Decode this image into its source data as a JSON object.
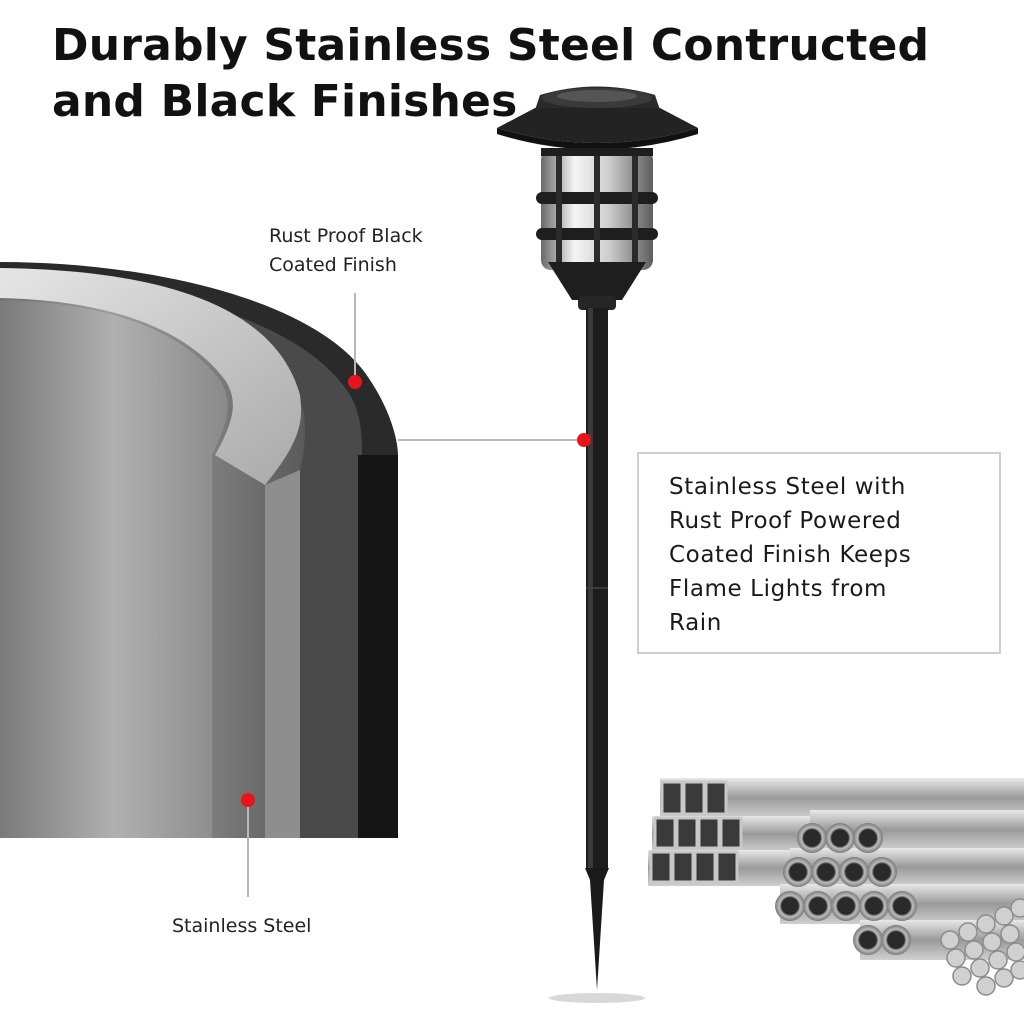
{
  "header": {
    "title_line1": "Durably Stainless Steel Contructed",
    "title_line2": "and Black Finishes"
  },
  "callouts": {
    "coating_line1": "Rust Proof Black",
    "coating_line2": "Coated Finish",
    "steel": "Stainless Steel"
  },
  "info_box": {
    "line1": "Stainless Steel with",
    "line2": "Rust Proof Powered",
    "line3": "Coated Finish Keeps",
    "line4": "Flame Lights from",
    "line5": "Rain"
  },
  "colors": {
    "marker": "#e8141b",
    "leader_line": "#b8b8b8",
    "title_text": "#111111",
    "lamp_black": "#1c1c1c",
    "steel_gray": "#8a8a8a"
  },
  "icons": {
    "marker": "red-dot-marker",
    "lamp": "solar-stake-light",
    "pipes": "steel-pipe-bundle",
    "cross_section": "steel-cross-section"
  }
}
